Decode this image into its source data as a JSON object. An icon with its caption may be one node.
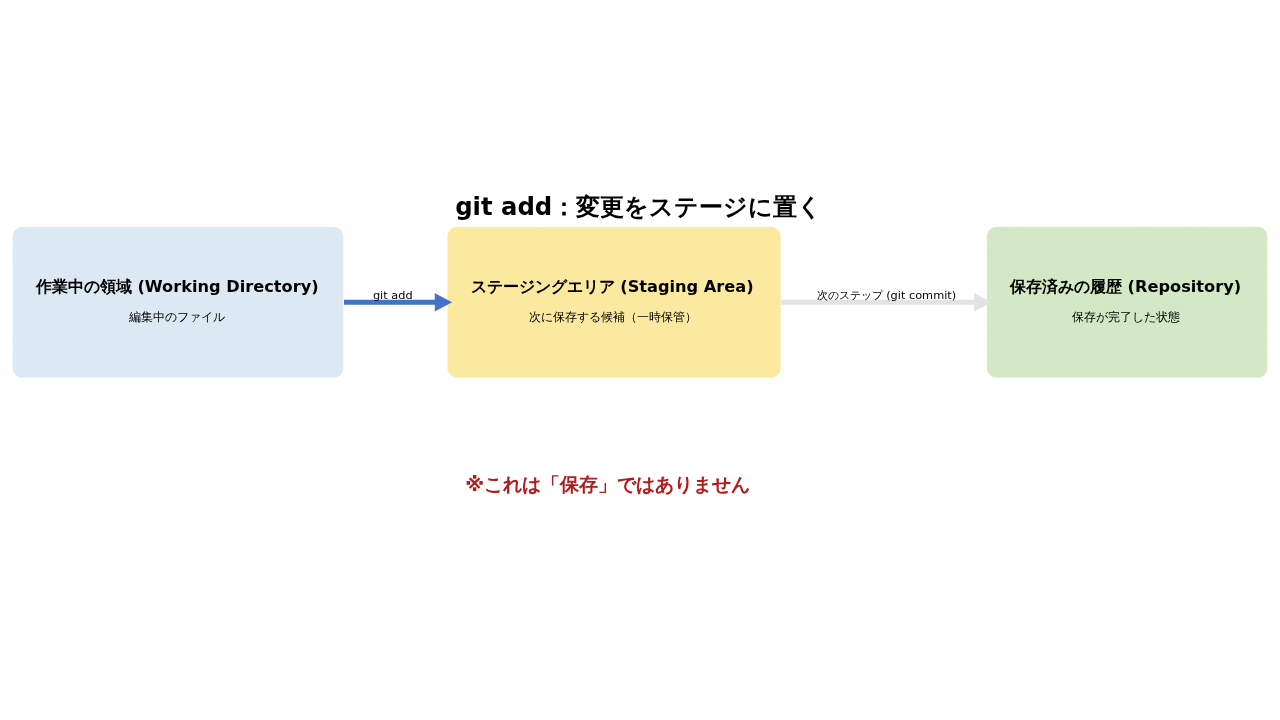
{
  "diagram": {
    "title": "git add：変更をステージに置く",
    "nodes": [
      {
        "text": [
          "作業中の領域 (Working Directory)",
          "編集中のファイル"
        ]
      },
      {
        "text": [
          "ステージングエリア (Staging Area)",
          "次に保存する候補（一時保管）"
        ]
      },
      {
        "text": [
          "保存済みの履歴 (Repository)",
          "保存が完了した状態"
        ]
      }
    ],
    "edges": [
      {
        "from": 0,
        "to": 1,
        "arrow": "to",
        "label": "git add"
      },
      {
        "from": 1,
        "to": 2,
        "arrow": "to",
        "label": "次のステップ (git commit)",
        "color": "#e3e3e3"
      }
    ],
    "labels": [
      "※これは「保存」ではありません"
    ]
  }
}
